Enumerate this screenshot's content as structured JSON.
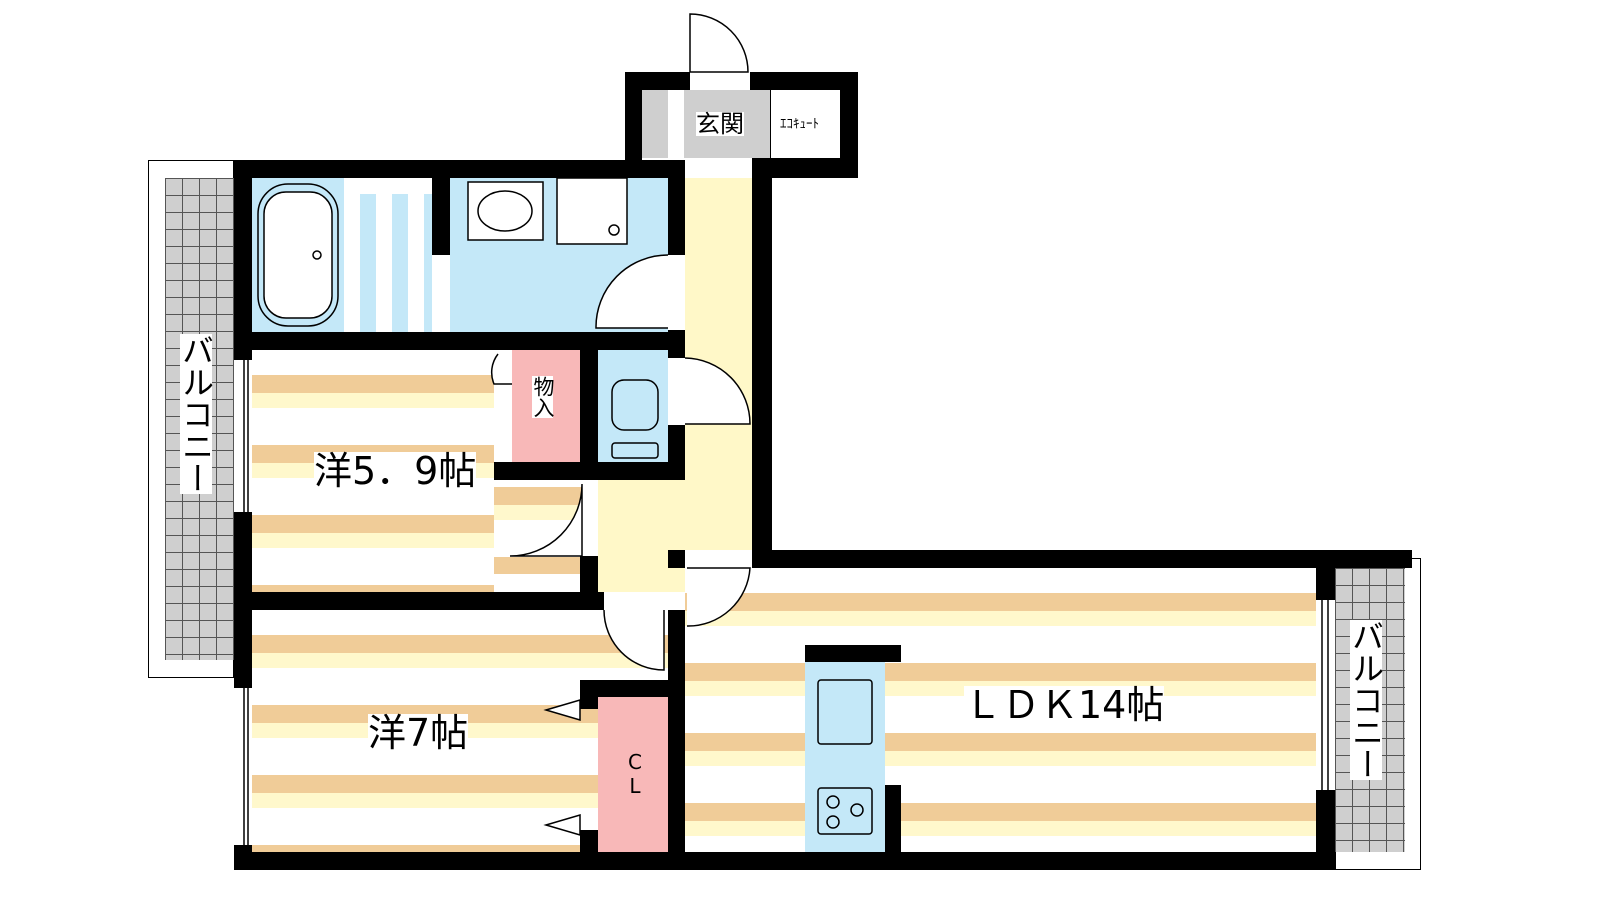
{
  "labels": {
    "entrance": "玄関",
    "ecocute": "ｴｺｷｭｰﾄ",
    "storage": "物入",
    "room_western_1": "洋5．9帖",
    "room_western_2": "洋7帖",
    "closet": "CL",
    "ldk": "ＬＤＫ14帖",
    "balcony_left": "バルコニー",
    "balcony_right": "バルコニー"
  },
  "colors": {
    "wall": "#000000",
    "wet_area": "#c4e8f8",
    "storage": "#f8b8b8",
    "corridor": "#fff8c8",
    "floor_stripe": "#f0cc98",
    "balcony": "#cfcfcf"
  }
}
